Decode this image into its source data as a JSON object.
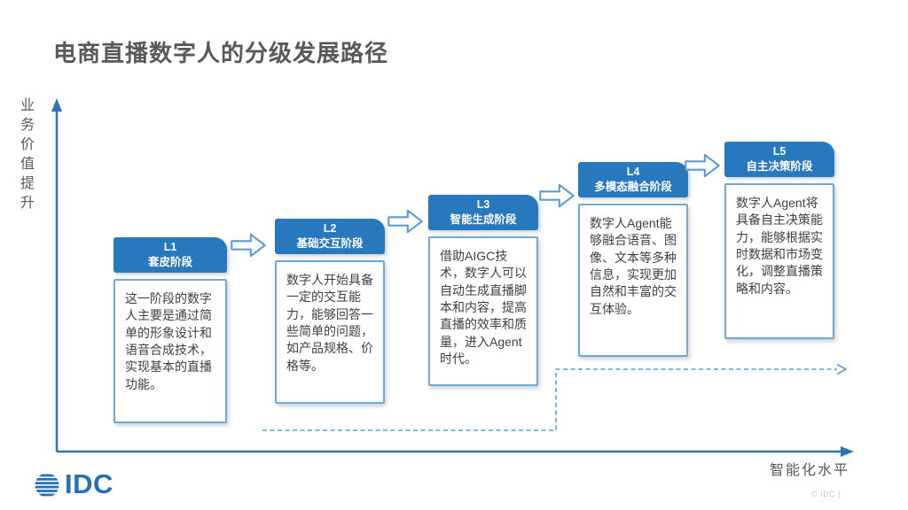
{
  "title": "电商直播数字人的分级发展路径",
  "y_axis": {
    "label": "业务价值提升"
  },
  "x_axis": {
    "label": "智能化水平"
  },
  "stages": [
    {
      "level": "L1",
      "name": "套皮阶段",
      "description": "这一阶段的数字人主要是通过简单的形象设计和语音合成技术，实现基本的直播功能。"
    },
    {
      "level": "L2",
      "name": "基础交互阶段",
      "description": "数字人开始具备一定的交互能力，能够回答一些简单的问题，如产品规格、价格等。"
    },
    {
      "level": "L3",
      "name": "智能生成阶段",
      "description": "借助AIGC技术，数字人可以自动生成直播脚本和内容，提高直播的效率和质量，进入Agent时代。"
    },
    {
      "level": "L4",
      "name": "多模态融合阶段",
      "description": "数字人Agent能够融合语音、图像、文本等多种信息，实现更加自然和丰富的交互体验。"
    },
    {
      "level": "L5",
      "name": "自主决策阶段",
      "description": "数字人Agent将具备自主决策能力，能够根据实时数据和市场变化，调整直播策略和内容。"
    }
  ],
  "logo": {
    "text": "IDC"
  },
  "footer": {
    "text": "© IDC |"
  },
  "colors": {
    "header_blue": "#2878BE",
    "body_border_blue": "#6FA8D8",
    "axis_blue": "#2E75B6",
    "dashed_blue": "#5B9BD5",
    "title_gray": "#595959",
    "logo_blue": "#2272B9"
  }
}
